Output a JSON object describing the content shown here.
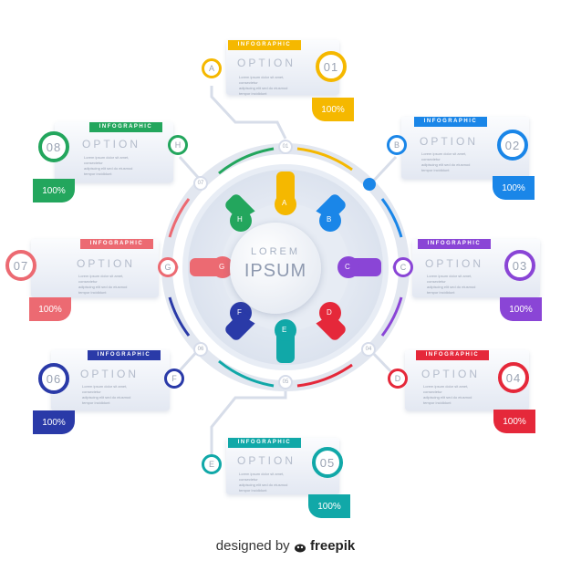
{
  "center": {
    "line1": "LOREM",
    "line2": "IPSUM"
  },
  "tag_text": "INFOGRAPHIC",
  "option_word": "OPTION",
  "body_text": [
    "Lorem ipsum dolor sit amet, consectetur",
    "adipiscing elit sed do eiusmod",
    "tempor incididunt"
  ],
  "options": [
    {
      "letter": "A",
      "number": "01",
      "percent": "100%",
      "color": "#f5b800"
    },
    {
      "letter": "B",
      "number": "02",
      "percent": "100%",
      "color": "#1a86e8"
    },
    {
      "letter": "C",
      "number": "03",
      "percent": "100%",
      "color": "#8a45d6"
    },
    {
      "letter": "D",
      "number": "04",
      "percent": "100%",
      "color": "#e5283a"
    },
    {
      "letter": "E",
      "number": "05",
      "percent": "100%",
      "color": "#11a8a8"
    },
    {
      "letter": "F",
      "number": "06",
      "percent": "100%",
      "color": "#2a3aa8"
    },
    {
      "letter": "G",
      "number": "07",
      "percent": "100%",
      "color": "#ec6a72"
    },
    {
      "letter": "H",
      "number": "08",
      "percent": "100%",
      "color": "#23a65d"
    }
  ],
  "footer": {
    "prefix": "designed by",
    "brand": "freepik"
  }
}
